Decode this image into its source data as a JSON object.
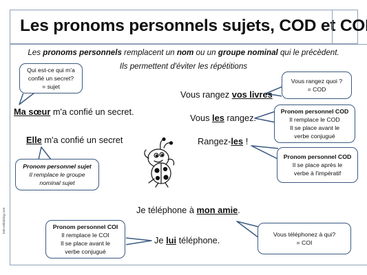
{
  "title": "Les pronoms personnels sujets, COD et COI",
  "intro": {
    "line1_a": "Les ",
    "line1_b": "pronoms personnels",
    "line1_c": " remplacent  un ",
    "line1_d": "nom",
    "line1_e": " ou un ",
    "line1_f": "groupe nominal",
    "line1_g": " qui le précèdent.",
    "line2": "Ils permettent d'éviter les répétitions"
  },
  "sujet": {
    "question_bubble": [
      "Qui est-ce qui m'a",
      "confié un secret?",
      "= sujet"
    ],
    "sentence1_noun": "Ma sœur",
    "sentence1_rest": " m'a confié un secret.",
    "sentence2_pronoun": "Elle",
    "sentence2_rest": " m'a confié un secret",
    "rule_bubble": {
      "title": "Pronom personnel sujet",
      "lines": [
        "Il remplace le groupe",
        "nominal sujet"
      ]
    }
  },
  "cod": {
    "sentence1_start": "Vous rangez ",
    "sentence1_noun": "vos livres",
    "question_bubble": [
      "Vous rangez quoi ?",
      "= COD"
    ],
    "sentence2_start": "Vous  ",
    "sentence2_pronoun": "les",
    "sentence2_end": " rangez.",
    "sentence3_start": "Rangez-",
    "sentence3_pronoun": "les",
    "sentence3_end": "  !",
    "rule_bubble1": {
      "title": "Pronom personnel COD",
      "lines": [
        "Il remplace le COD",
        "Il se place avant le",
        "verbe conjugué"
      ]
    },
    "rule_bubble2": {
      "title": "Pronom personnel COD",
      "lines": [
        "Il se place après le",
        "verbe à l'impératif"
      ]
    }
  },
  "coi": {
    "sentence1_start": "Je téléphone à ",
    "sentence1_noun": "mon amie",
    "sentence1_end": ".",
    "sentence2_start": "Je ",
    "sentence2_pronoun": "lui",
    "sentence2_end": " téléphone.",
    "rule_bubble": {
      "title": "Pronom personnel COI",
      "lines": [
        "Il remplace le COI",
        "Il se place avant le",
        "verbe conjugué"
      ]
    },
    "question_bubble": [
      "Vous téléphonez à qui?",
      "= COI"
    ]
  },
  "credit": "lutin.eklablog.com",
  "colors": {
    "bubble_border": "#3a5a80",
    "frame_border": "#8fa1b8",
    "text": "#111111"
  }
}
